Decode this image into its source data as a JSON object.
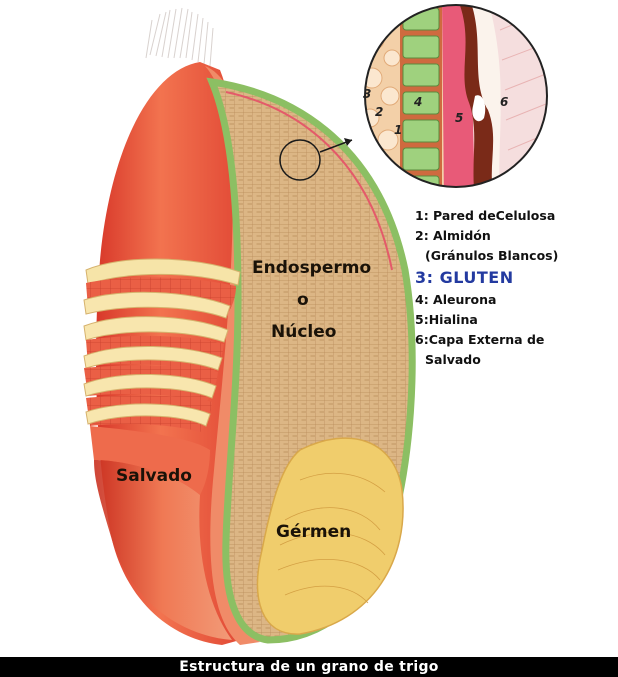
{
  "regions": {
    "endosperm": [
      "Endospermo",
      "o",
      "Núcleo"
    ],
    "bran": "Salvado",
    "germ": "Gérmen"
  },
  "inset_numbers": [
    "1",
    "2",
    "3",
    "4",
    "5",
    "6"
  ],
  "legend": {
    "item1": "1: Pared deCelulosa",
    "item2a": "2: Almidón",
    "item2b": "(Gránulos Blancos)",
    "item3": "3:  GLUTEN",
    "item4": "4: Aleurona",
    "item5": "5:Hialina",
    "item6a": "6:Capa Externa de",
    "item6b": "Salvado"
  },
  "caption": "Estructura de un grano de trigo",
  "colors": {
    "gluten": "#233aa0",
    "bran": "#e8503a",
    "endosperm": "#ddb887",
    "aleurone": "#8fc06a",
    "germ": "#f0cd6c",
    "caption_bg": "#000000"
  }
}
